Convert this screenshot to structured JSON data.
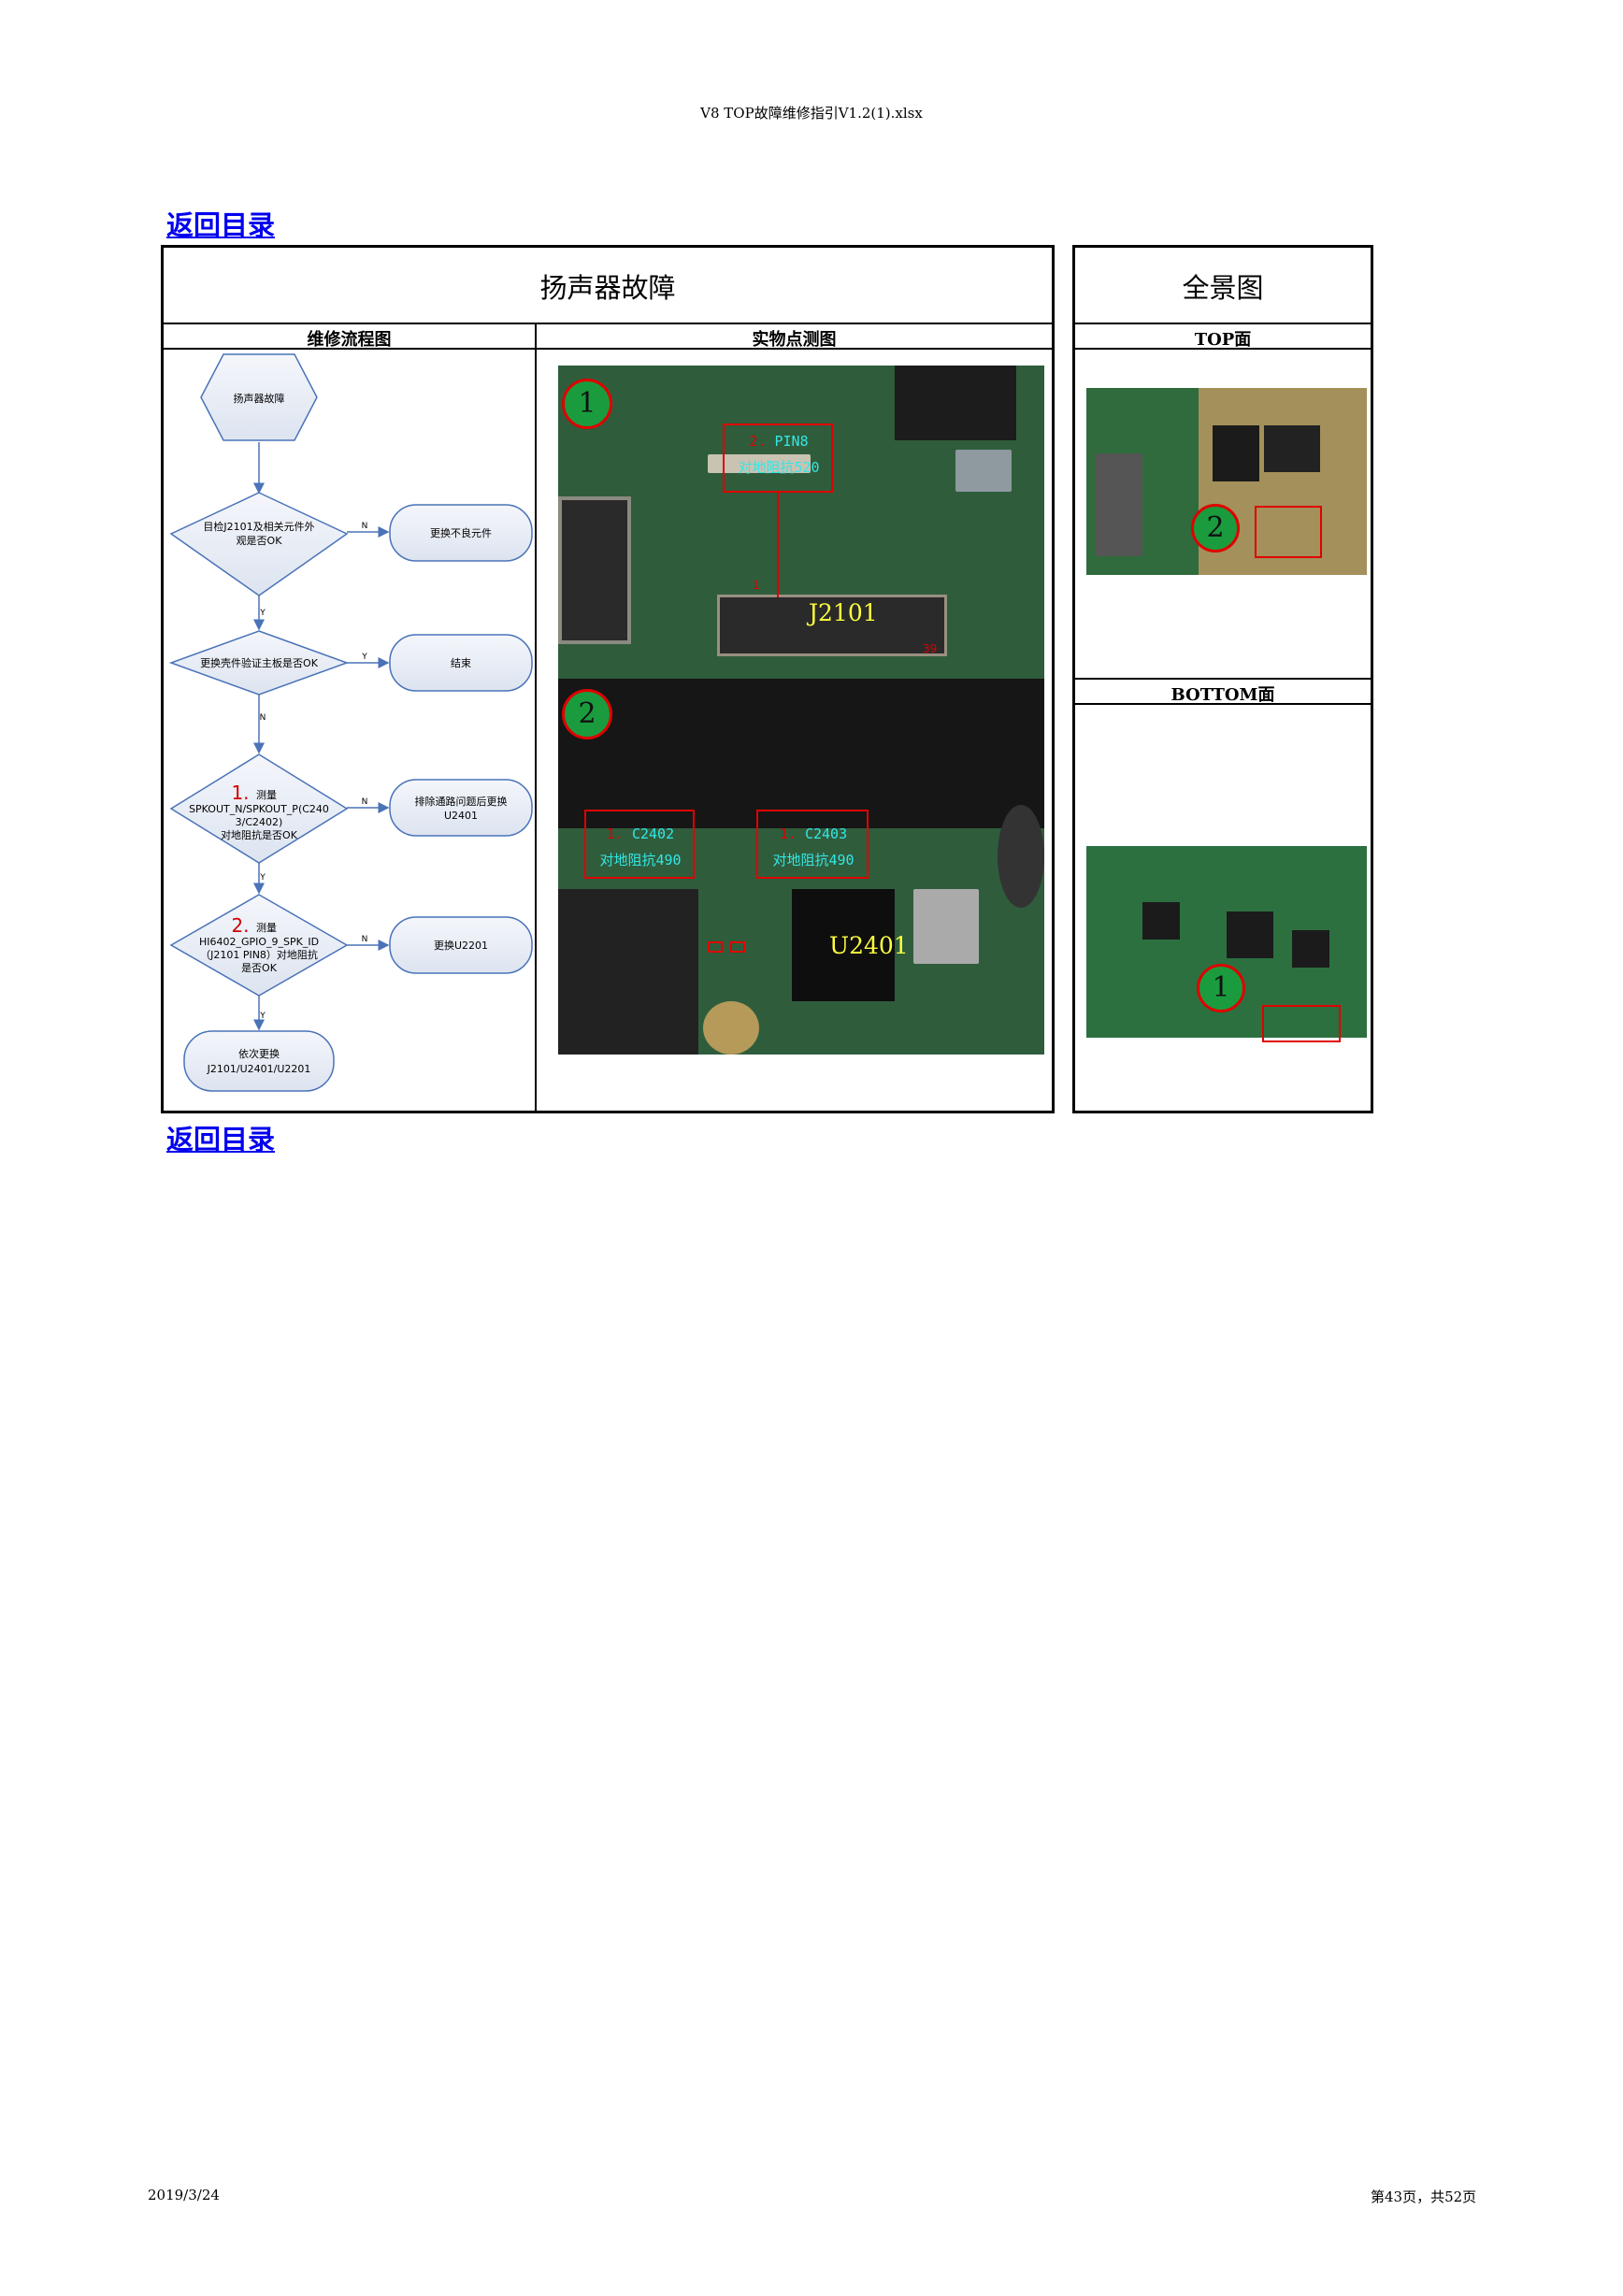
{
  "header": "V8 TOP故障维修指引V1.2(1).xlsx",
  "back_link": "返回目录",
  "left_title": "扬声器故障",
  "right_title": "全景图",
  "col_flow": "维修流程图",
  "col_photo": "实物点测图",
  "col_top": "TOP面",
  "col_bottom": "BOTTOM面",
  "flow": {
    "start": "扬声器故障",
    "q1": [
      "目检J2101及相关元件外",
      "观是否OK"
    ],
    "a1": "更换不良元件",
    "q2": "更换壳件验证主板是否OK",
    "a2": "结束",
    "q3_num": "1.",
    "q3_word": "测量",
    "q3": [
      "SPKOUT_N/SPKOUT_P(C240",
      "3/C2402)",
      "对地阻抗是否OK"
    ],
    "a3": [
      "排除通路问题后更换",
      "U2401"
    ],
    "q4_num": "2.",
    "q4_word": "测量",
    "q4": [
      "HI6402_GPIO_9_SPK_ID",
      "（J2101 PIN8）对地阻抗",
      "是否OK"
    ],
    "a4": "更换U2201",
    "end": [
      "依次更换",
      "J2101/U2401/U2201"
    ],
    "n": "N",
    "y": "Y"
  },
  "photo": {
    "badge1": "1",
    "badge2": "2",
    "pin8_num": "2.",
    "pin8": "PIN8",
    "pin8_val": "对地阻抗520",
    "j2101": "J2101",
    "pin1": "1",
    "pin39": "39",
    "c2402_num": "1.",
    "c2402": "C2402",
    "c2402_val": "对地阻抗490",
    "c2403_num": "1.",
    "c2403": "C2403",
    "c2403_val": "对地阻抗490",
    "u2401": "U2401"
  },
  "top_badge": "2",
  "bottom_badge": "1",
  "footer_date": "2019/3/24",
  "footer_page": "第43页，共52页"
}
